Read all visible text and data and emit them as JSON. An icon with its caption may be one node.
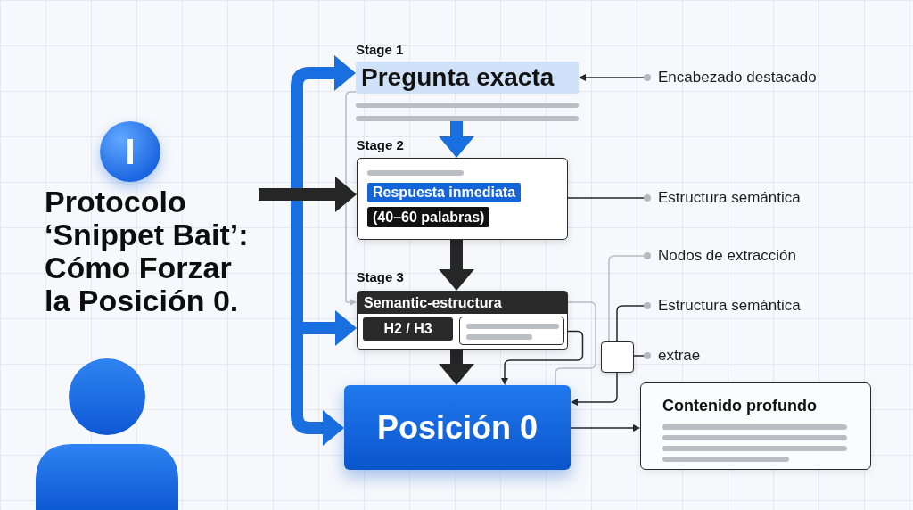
{
  "diagram": {
    "title": "Protocolo ‘Snippet Bait’: Cómo Forzar la Posición 0.",
    "nodes": [
      {
        "text": [
          "I"
        ]
      },
      {
        "text": [
          "Stage 1",
          "Pregunta exacta"
        ]
      },
      {
        "text": [
          "Encabezado destacado"
        ]
      },
      {
        "text": [
          "Stage 2",
          "Respuesta inmediata",
          "(40–60 palabras)"
        ]
      },
      {
        "text": [
          "Estructura semántica"
        ]
      },
      {
        "text": [
          "Nodos de extracción"
        ]
      },
      {
        "text": [
          "Stage 3",
          "Semantic-estructura",
          "H2 / H3"
        ]
      },
      {
        "text": [],
        "shape": "box",
        "in": 6
      },
      {
        "text": [
          "Estructura semántica"
        ]
      },
      {
        "text": [],
        "shape": "box"
      },
      {
        "text": [
          "extrae"
        ]
      },
      {
        "text": [
          "Posición 0"
        ]
      },
      {
        "text": [
          "Contenido profundo"
        ]
      }
    ],
    "edges": [
      {
        "from": null,
        "to": 1,
        "arrow": "to",
        "style": "thick",
        "color": "#1a6fe0"
      },
      {
        "from": null,
        "to": 3,
        "arrow": "to",
        "style": "thick"
      },
      {
        "from": null,
        "to": 6,
        "arrow": "to",
        "style": "thick",
        "color": "#1a6fe0"
      },
      {
        "from": null,
        "to": 11,
        "arrow": "to",
        "style": "thick",
        "color": "#1a6fe0"
      },
      {
        "from": 1,
        "to": 3,
        "arrow": "to",
        "style": "thick",
        "color": "#1a6fe0"
      },
      {
        "from": 3,
        "to": 6,
        "arrow": "to",
        "style": "thick"
      },
      {
        "from": 6,
        "to": 11,
        "arrow": "to",
        "style": "thick"
      },
      {
        "from": 2,
        "to": 1,
        "arrow": "to"
      },
      {
        "from": 4,
        "to": 3,
        "arrow": "none"
      },
      {
        "from": 1,
        "to": 6,
        "arrow": "to",
        "color": "#b7bcc4"
      },
      {
        "from": 6,
        "to": 11,
        "arrow": "none",
        "color": "#b7bcc4"
      },
      {
        "from": 7,
        "to": 11,
        "arrow": "to"
      },
      {
        "from": 5,
        "to": 9,
        "arrow": "none",
        "color": "#b7bcc4"
      },
      {
        "from": 8,
        "to": 9,
        "arrow": "none"
      },
      {
        "from": 10,
        "to": 9,
        "arrow": "none"
      },
      {
        "from": 9,
        "to": 11,
        "arrow": "to"
      },
      {
        "from": 11,
        "to": 12,
        "arrow": "to"
      }
    ]
  }
}
